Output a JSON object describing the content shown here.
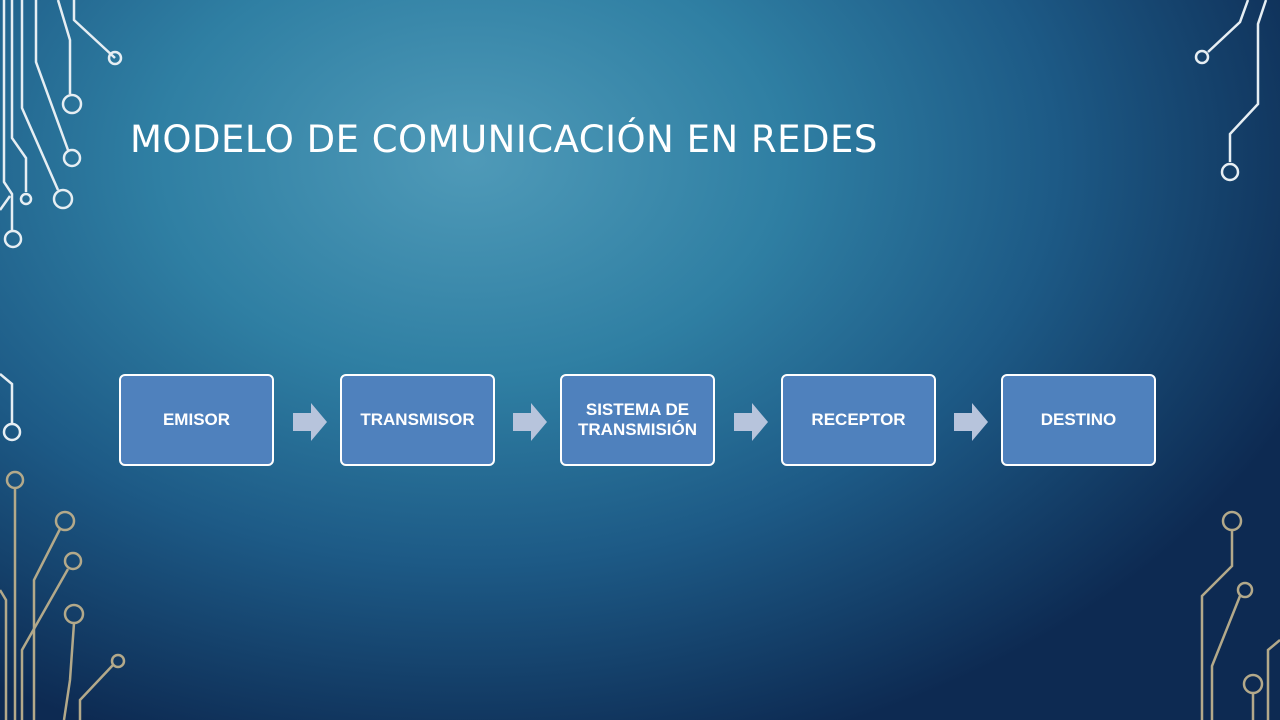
{
  "slide": {
    "title": "MODELO DE COMUNICACIÓN EN REDES"
  },
  "diagram": {
    "boxes": [
      {
        "label": "EMISOR"
      },
      {
        "label": "TRANSMISOR"
      },
      {
        "label": "SISTEMA DE TRANSMISIÓN"
      },
      {
        "label": "RECEPTOR"
      },
      {
        "label": "DESTINO"
      }
    ],
    "arrows": [
      "arrow-right-icon",
      "arrow-right-icon",
      "arrow-right-icon",
      "arrow-right-icon"
    ]
  },
  "colors": {
    "box_fill": "#4f81bd",
    "box_border": "#ffffff",
    "arrow_fill": "#b7c4dc",
    "circuit_top": "#e6eef3",
    "circuit_bottom": "#b3a98a"
  }
}
